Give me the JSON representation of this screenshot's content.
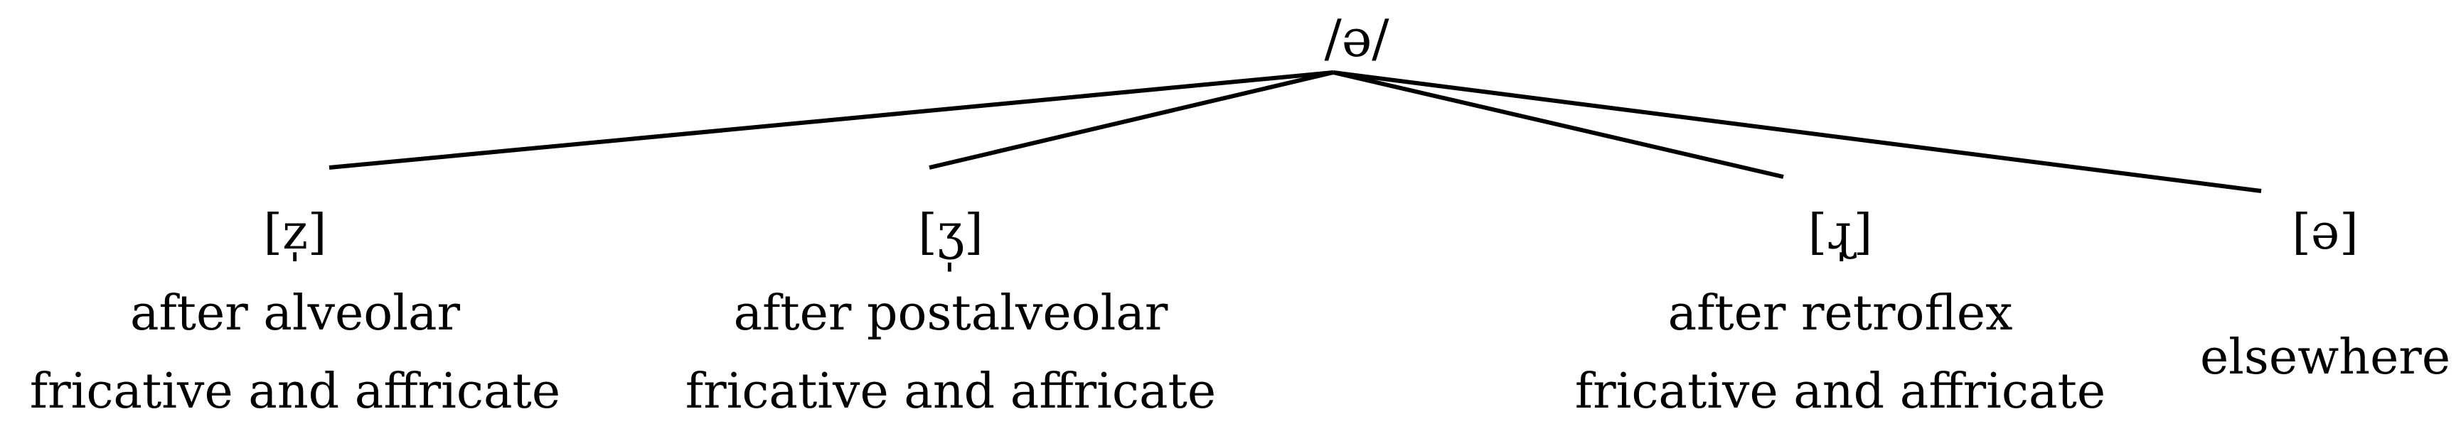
{
  "root": {
    "label": "/ə/"
  },
  "children": [
    {
      "id": "z",
      "label": "[z̩]",
      "description_lines": [
        "after alveolar",
        "fricative and affricate"
      ]
    },
    {
      "id": "zh",
      "label": "[ʒ̩]",
      "description_lines": [
        "after postalveolar",
        "fricative and affricate"
      ]
    },
    {
      "id": "r",
      "label": "[ɻ̩]",
      "description_lines": [
        "after retroflex",
        "fricative and affricate"
      ]
    },
    {
      "id": "schwa",
      "label": "[ə]",
      "description_lines": [
        "elsewhere"
      ]
    }
  ]
}
